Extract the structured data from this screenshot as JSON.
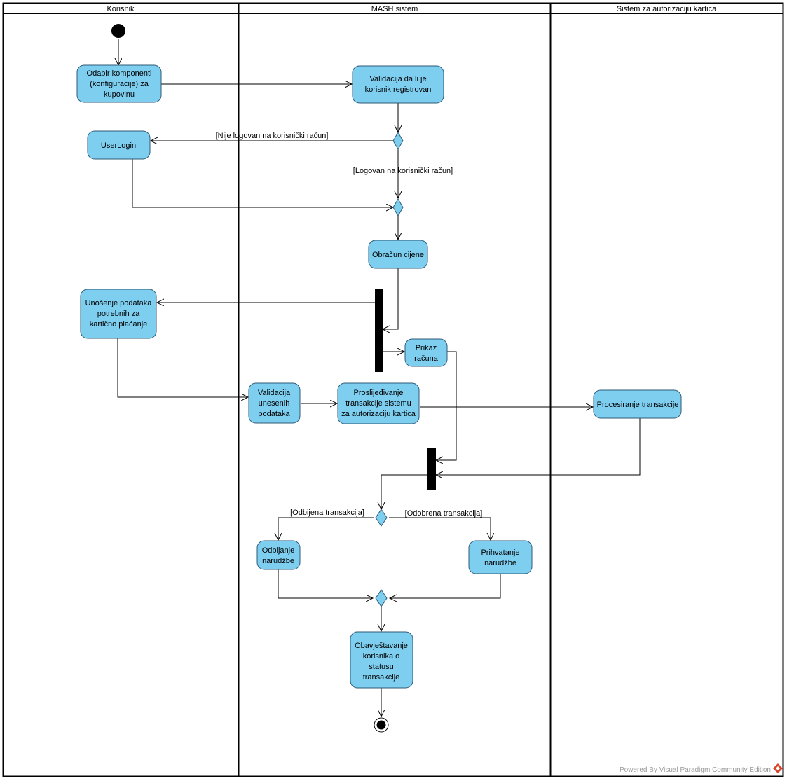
{
  "lanes": {
    "korisnik": "Korisnik",
    "mash": "MASH sistem",
    "auth": "Sistem za autorizaciju kartica"
  },
  "actions": {
    "odabir": [
      "Odabir komponenti",
      "(konfiguracije) za",
      "kupovinu"
    ],
    "validacija_reg": [
      "Validacija da li je",
      "korisnik registrovan"
    ],
    "userlogin": [
      "UserLogin"
    ],
    "obracun": [
      "Obračun cijene"
    ],
    "unosenje": [
      "Unošenje podataka",
      "potrebnih za",
      "kartično plaćanje"
    ],
    "prikaz": [
      "Prikaz",
      "računa"
    ],
    "validacija_unos": [
      "Validacija",
      "unesenih",
      "podataka"
    ],
    "proslijedjivanje": [
      "Proslijeđivanje",
      "transakcije sistemu",
      "za autorizaciju kartica"
    ],
    "procesiranje": [
      "Procesiranje transakcije"
    ],
    "odbijanje": [
      "Odbijanje",
      "narudžbe"
    ],
    "prihvatanje": [
      "Prihvatanje",
      "narudžbe"
    ],
    "obavjestavanje": [
      "Obavještavanje",
      "korisnika o",
      "statusu",
      "transakcije"
    ]
  },
  "guards": {
    "nije_logovan": "[Nije logovan na korisnički račun]",
    "logovan": "[Logovan na korisnički račun]",
    "odbijena": "[Odbijena transakcija]",
    "odobrena": "[Odobrena transakcija]"
  },
  "footer": "Powered By  Visual Paradigm Community Edition",
  "colors": {
    "node_fill": "#7ecef0",
    "node_stroke": "#2e5a77",
    "line": "#000000",
    "bar": "#000000",
    "footer_logo": "#d9442b"
  }
}
